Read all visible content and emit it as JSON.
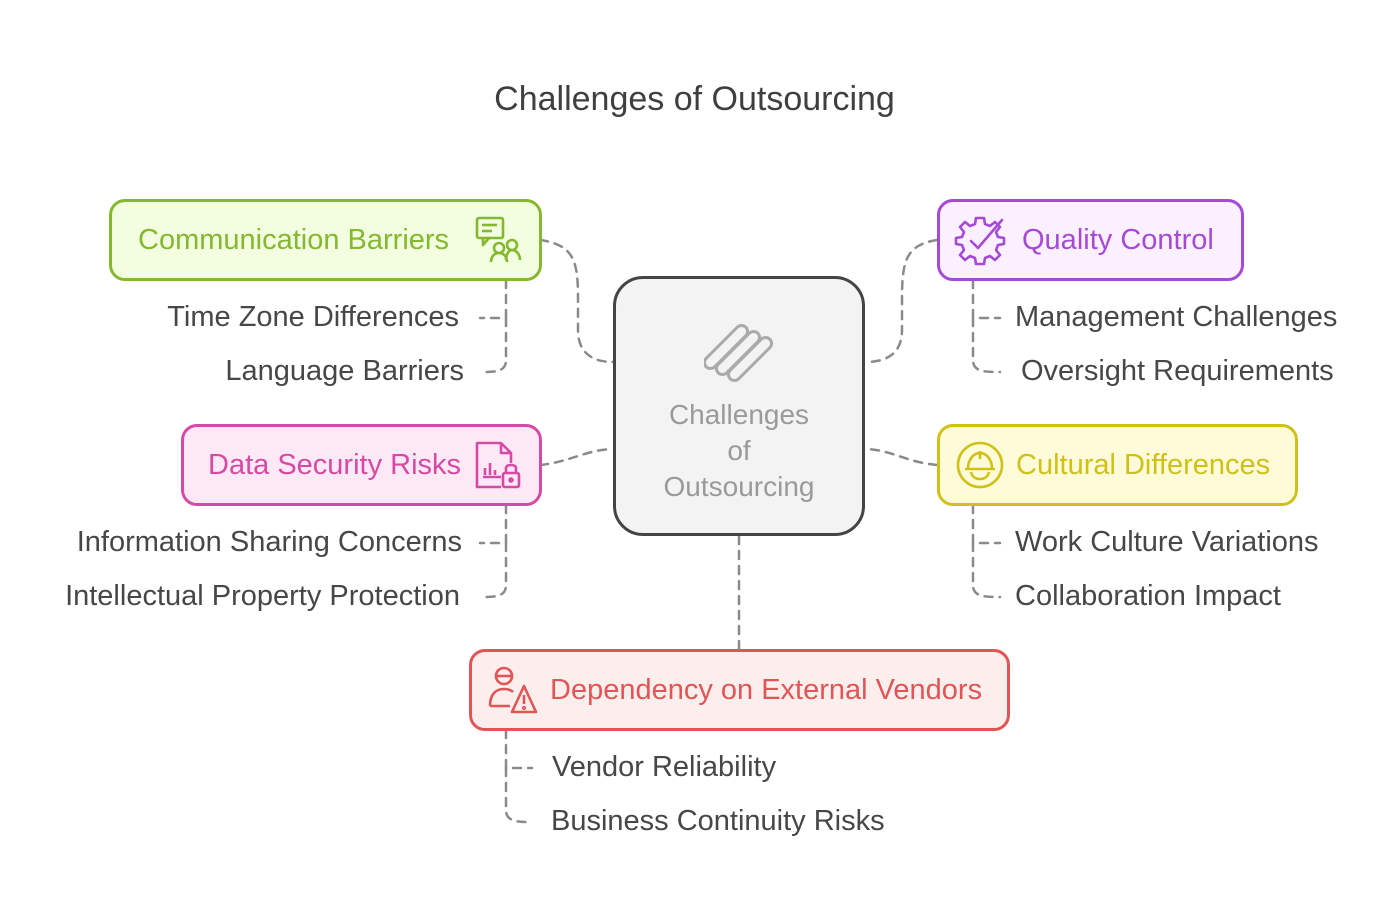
{
  "title": "Challenges of Outsourcing",
  "center": {
    "label": "Challenges\nof\nOutsourcing",
    "icon": "stacked-pills-icon"
  },
  "nodes": [
    {
      "label": "Communication Barriers",
      "icon": "chat-people-icon",
      "color": "#84b82e",
      "fill": "#f3fde0",
      "items": [
        "Time Zone Differences",
        "Language Barriers"
      ]
    },
    {
      "label": "Quality Control",
      "icon": "gear-check-icon",
      "color": "#a64ad6",
      "fill": "#faf0ff",
      "items": [
        "Management Challenges",
        "Oversight Requirements"
      ]
    },
    {
      "label": "Data Security Risks",
      "icon": "file-chart-lock-icon",
      "color": "#d64aa6",
      "fill": "#fde9f6",
      "items": [
        "Information Sharing Concerns",
        "Intellectual Property Protection"
      ]
    },
    {
      "label": "Cultural Differences",
      "icon": "globe-helmet-icon",
      "color": "#cfc118",
      "fill": "#fefbd8",
      "items": [
        "Work Culture Variations",
        "Collaboration Impact"
      ]
    },
    {
      "label": "Dependency on External Vendors",
      "icon": "person-warning-icon",
      "color": "#e05555",
      "fill": "#fdeeee",
      "items": [
        "Vendor Reliability",
        "Business Continuity Risks"
      ]
    }
  ]
}
